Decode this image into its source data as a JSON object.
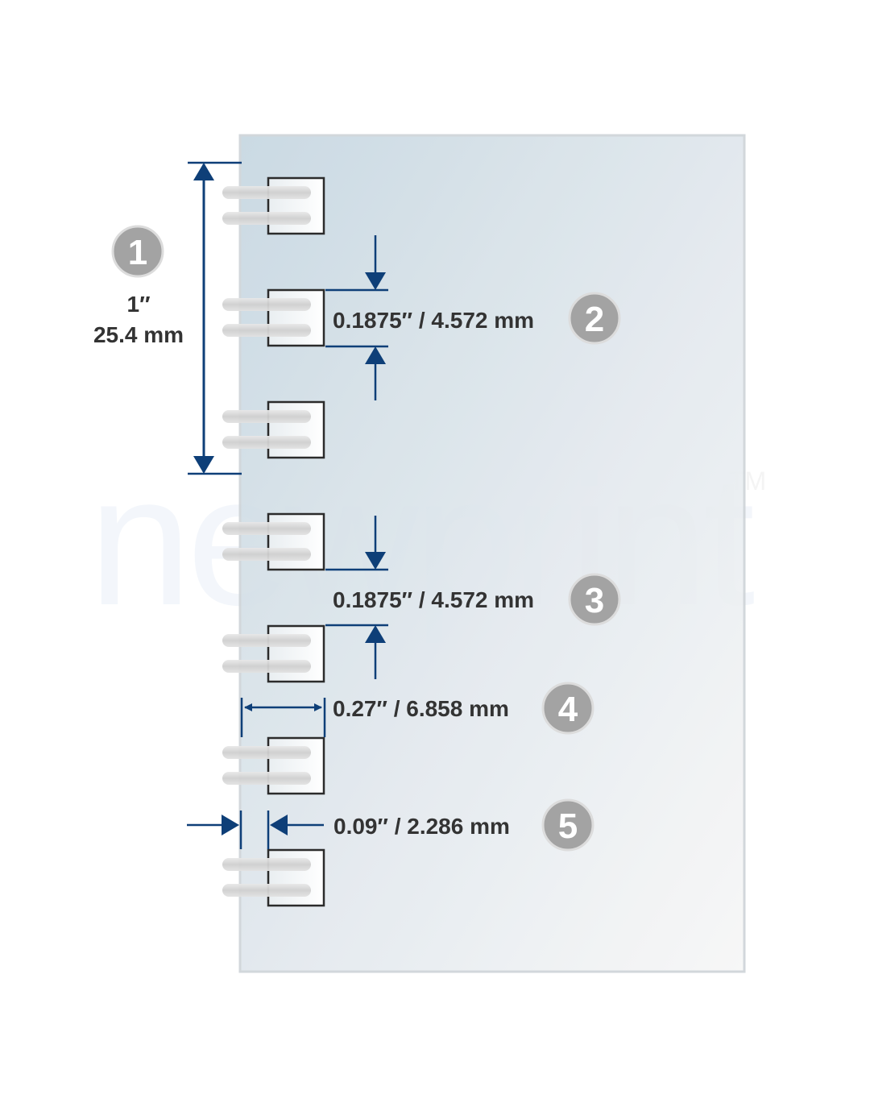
{
  "watermark": {
    "text": "newprint",
    "trademark": "TM"
  },
  "colors": {
    "dimension_line": "#0e3f78",
    "badge_fill": "#a3a3a3",
    "badge_stroke": "#dcdcdc",
    "label_text": "#333333",
    "sheet_top": "#c9d9e3",
    "sheet_bottom": "#f6f6f6",
    "hole_fill": "#ffffff",
    "hole_stroke": "#2b2b2b",
    "coil_wire": "#d8d8d8"
  },
  "hole_count": 7,
  "callouts": [
    {
      "number": "1",
      "line1": "1″",
      "line2": "25.4 mm",
      "meaning": "pitch span"
    },
    {
      "number": "2",
      "text": "0.1875″ / 4.572 mm",
      "meaning": "hole height"
    },
    {
      "number": "3",
      "text": "0.1875″ / 4.572 mm",
      "meaning": "hole gap"
    },
    {
      "number": "4",
      "text": "0.27″ / 6.858 mm",
      "meaning": "hole depth"
    },
    {
      "number": "5",
      "text": "0.09″ / 2.286 mm",
      "meaning": "edge margin"
    }
  ]
}
